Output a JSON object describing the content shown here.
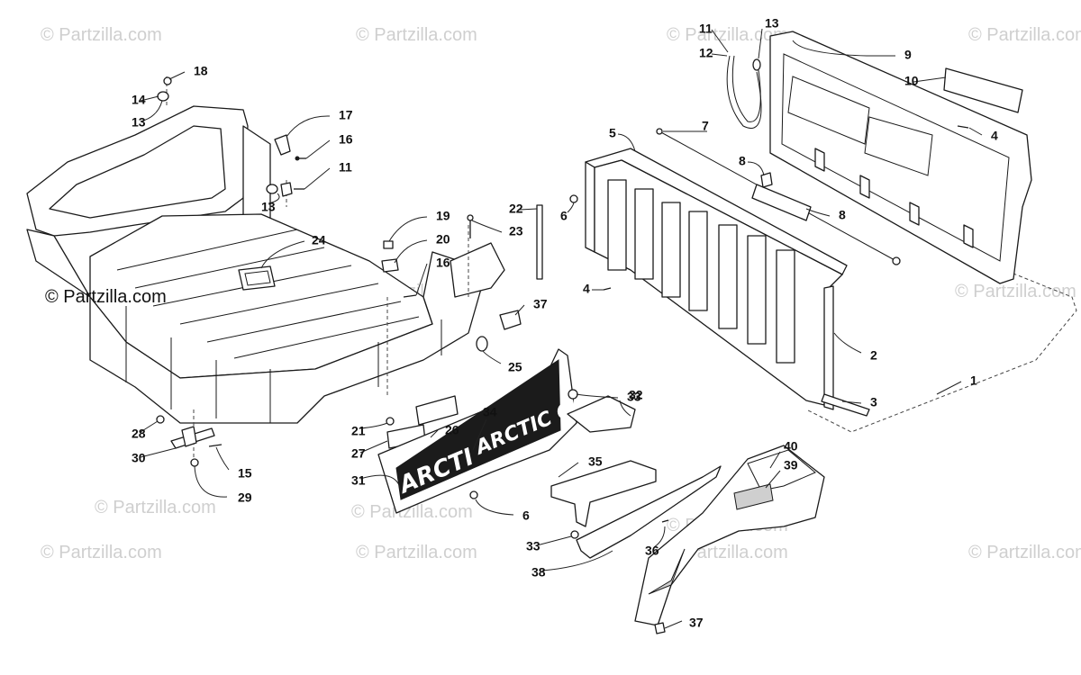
{
  "watermark": {
    "text": "© Partzilla.com",
    "brand_label": "© Partzilla.com"
  },
  "decal": {
    "left": "ARCTI",
    "right": "ARCTIC CAT"
  },
  "callouts": [
    "18",
    "14",
    "13",
    "17",
    "16",
    "11",
    "13",
    "24",
    "19",
    "20",
    "16",
    "22",
    "23",
    "37",
    "25",
    "11",
    "13",
    "12",
    "9",
    "10",
    "4",
    "5",
    "7",
    "8",
    "6",
    "8",
    "4",
    "2",
    "3",
    "1",
    "33",
    "34",
    "32",
    "21",
    "26",
    "27",
    "31",
    "28",
    "30",
    "15",
    "29",
    "6",
    "35",
    "33",
    "38",
    "36",
    "40",
    "39",
    "37"
  ]
}
